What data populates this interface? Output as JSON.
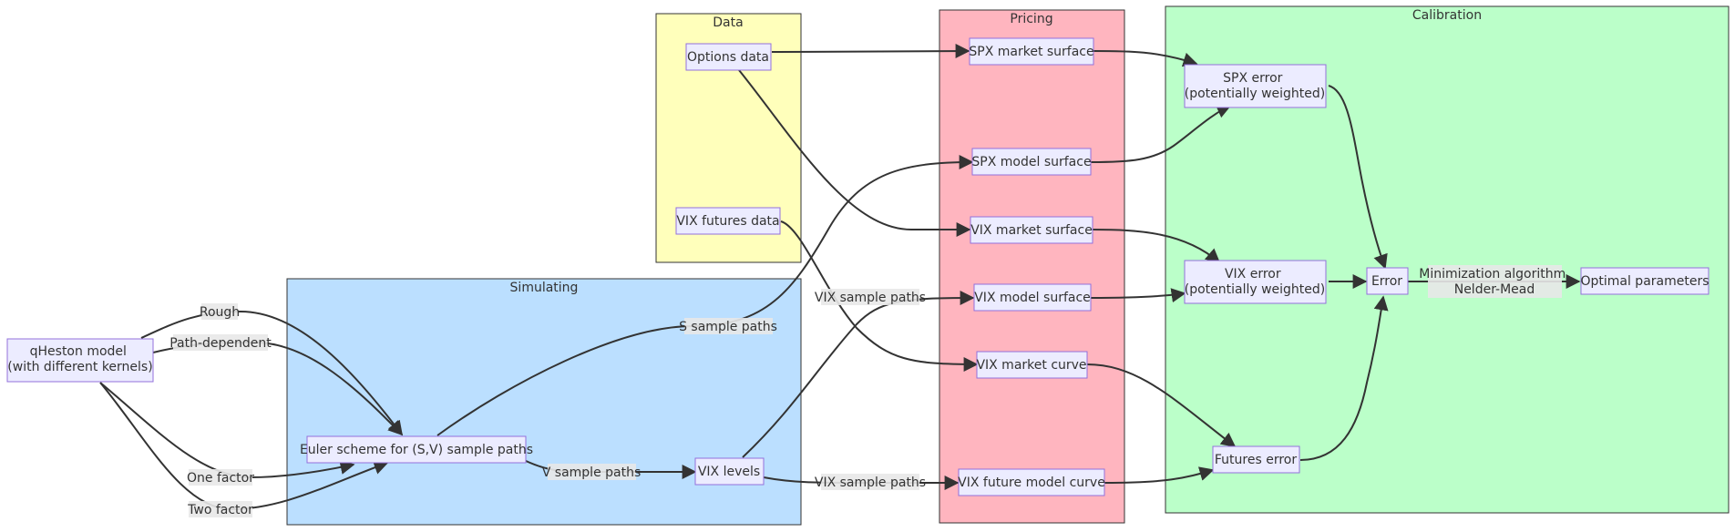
{
  "colors": {
    "data_cluster": "#FFFFBB",
    "pricing_cluster": "#FFB5BF",
    "calibration_cluster": "#BBFFC9",
    "simulating_cluster": "#BBDFFF",
    "node_fill": "#ECECFF",
    "node_stroke": "#9370DB"
  },
  "clusters": {
    "data": "Data",
    "pricing": "Pricing",
    "calibration": "Calibration",
    "simulating": "Simulating"
  },
  "nodes": {
    "qheston": [
      "qHeston model",
      "(with different kernels)"
    ],
    "euler": [
      "Euler scheme for (S,V) sample paths"
    ],
    "vix_levels": [
      "VIX levels"
    ],
    "options_data": [
      "Options data"
    ],
    "vix_futures_data": [
      "VIX futures data"
    ],
    "spx_market_surface": [
      "SPX market surface"
    ],
    "spx_model_surface": [
      "SPX model surface"
    ],
    "vix_market_surface": [
      "VIX market surface"
    ],
    "vix_model_surface": [
      "VIX model surface"
    ],
    "vix_market_curve": [
      "VIX market curve"
    ],
    "vix_future_model_curve": [
      "VIX future model curve"
    ],
    "spx_error": [
      "SPX error",
      "(potentially weighted)"
    ],
    "vix_error": [
      "VIX error",
      "(potentially weighted)"
    ],
    "futures_error": [
      "Futures error"
    ],
    "error": [
      "Error"
    ],
    "optimal_parameters": [
      "Optimal parameters"
    ]
  },
  "edge_labels": {
    "rough": [
      "Rough"
    ],
    "path_dependent": [
      "Path-dependent"
    ],
    "one_factor": [
      "One factor"
    ],
    "two_factor": [
      "Two factor"
    ],
    "s_sample_paths": [
      "S sample paths"
    ],
    "v_sample_paths": [
      "V sample paths"
    ],
    "vix_sample_paths_surface": [
      "VIX sample paths"
    ],
    "vix_sample_paths_curve": [
      "VIX sample paths"
    ],
    "minimization": [
      "Minimization algorithm",
      "Nelder-Mead"
    ]
  }
}
